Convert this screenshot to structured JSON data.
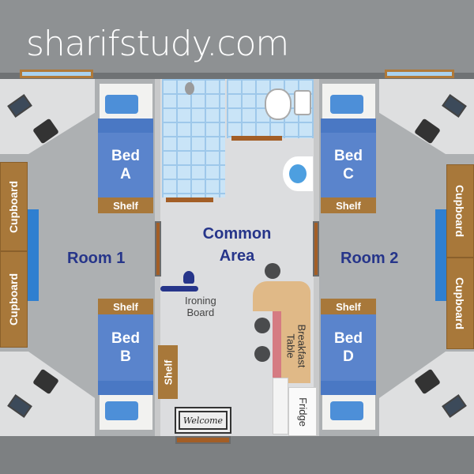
{
  "watermark": "sharifstudy.com",
  "rooms": {
    "room1": "Room 1",
    "room2": "Room 2",
    "common_line1": "Common",
    "common_line2": "Area"
  },
  "beds": {
    "a": [
      "Bed",
      "A"
    ],
    "b": [
      "Bed",
      "B"
    ],
    "c": [
      "Bed",
      "C"
    ],
    "d": [
      "Bed",
      "D"
    ]
  },
  "furniture": {
    "shelf": "Shelf",
    "cupboard": "Cupboard",
    "ironing1": "Ironing",
    "ironing2": "Board",
    "breakfast1": "Breakfast",
    "breakfast2": "Table",
    "fridge": "Fridge",
    "welcome": "Welcome"
  },
  "colors": {
    "label": "#26358a",
    "wood": "#a8783a",
    "bed": "#5a84cc"
  }
}
